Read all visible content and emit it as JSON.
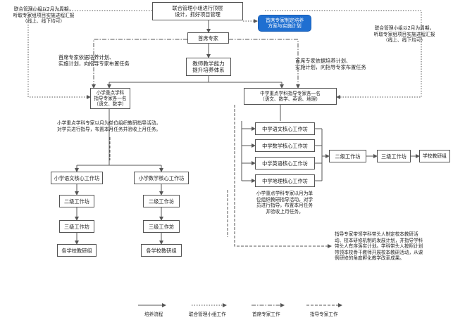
{
  "nodes": {
    "top": "联合管理小组进行顶层\n设计，抓好项目管理",
    "plan": "首席专家制定培养\n方案与实施计划",
    "chief": "首席专家",
    "system": "教师教学能力\n提升培养体系",
    "primary_lead": "小学重点学科\n指导专家各一名\n（语文、数学）",
    "middle_lead": "中学重点学科指导专家各一名\n（语文、数学、英语、地理）",
    "p_chinese": "小学语文核心工作坊",
    "p_math": "小学数学核心工作坊",
    "p_l2_left": "二级工作坊",
    "p_l2_right": "二级工作坊",
    "p_l3_left": "三级工作坊",
    "p_l3_right": "三级工作坊",
    "p_school_left": "各学校教研组",
    "p_school_right": "各学校教研组",
    "m_chinese": "中学语文核心工作坊",
    "m_math": "中学数学核心工作坊",
    "m_english": "中学英语核心工作坊",
    "m_geo": "中学地理核心工作坊",
    "m_l2": "二级工作坊",
    "m_l3": "三级工作坊",
    "m_school": "学校教研组"
  },
  "notes": {
    "left_report": "联合管理小组以2月为周期，\n听取专家组项目实施进程汇报\n（线上、线下均可）",
    "right_report": "联合管理小组以2月为周期，\n听取专家组项目实施进程汇报\n（线上、线下均可）",
    "left_task": "首席专家依据培养计划、\n实施计划，向指导专家布置任务",
    "right_task": "首席专家依据培养计划、\n实施计划，向指导专家布置任务",
    "primary_guide": "小学重点学科专家以月为单位组织教研指导活动，\n对学员进行指导，布置本月任务并验收上月任务。",
    "middle_guide": "小学重点学科专家以月为单\n位组织教研指导活动，对学\n员进行指导，布置本月任务\n并验收上月任务。",
    "leader_note": "指导专家带领学科带头人制定校本教研活\n动、校本研修机制的发展计划，并指导学科\n带头人有序落实计划。学科带头人按照计划\n带领本校骨干教师开展校本教研活动，从课\n例研修的角度孵化教学改革成果。"
  },
  "legend": [
    {
      "label": "培养流程",
      "style": "solid"
    },
    {
      "label": "联合管理小组工作",
      "style": "dotted"
    },
    {
      "label": "首席专家工作",
      "style": "dashdot"
    },
    {
      "label": "指导专家工作",
      "style": "dashed"
    }
  ],
  "colors": {
    "highlight": "#1f6fd1",
    "line": "#555555"
  }
}
